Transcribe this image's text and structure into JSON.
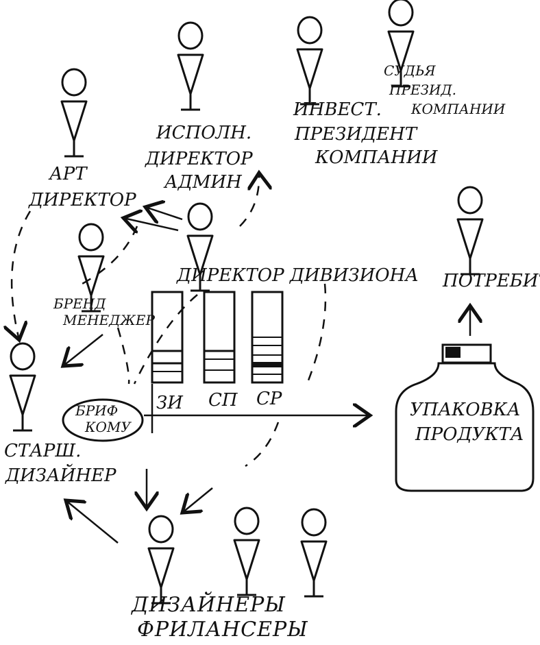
{
  "labels": {
    "art_director": [
      "АРТ",
      "ДИРЕКТОР"
    ],
    "exec_director": [
      "ИСПОЛН.",
      "ДИРЕКТОР",
      "АДМИН"
    ],
    "investor": [
      "ИНВЕСТ.",
      "ПРЕЗИДЕНТ",
      "КОМПАНИИ"
    ],
    "chief": [
      "СУДЬЯ",
      "ПРЕЗИД.",
      "КОМПАНИИ"
    ],
    "division_director": "ДИРЕКТОР ДИВИЗИОНА",
    "brand_manager": [
      "БРЕНД",
      "МЕНЕДЖЕР"
    ],
    "senior_designer": [
      "СТАРШ.",
      "ДИЗАЙНЕР"
    ],
    "brief": [
      "БРИФ",
      "КОМУ"
    ],
    "freelancers": [
      "ДИЗАЙНЕРЫ",
      "ФРИЛАНСЕРЫ"
    ],
    "packaging": [
      "УПАКОВКА",
      "ПРОДУКТА"
    ],
    "consumer": "ПОТРЕБИТ"
  },
  "columns": [
    "ЗИ",
    "СП",
    "СР"
  ]
}
